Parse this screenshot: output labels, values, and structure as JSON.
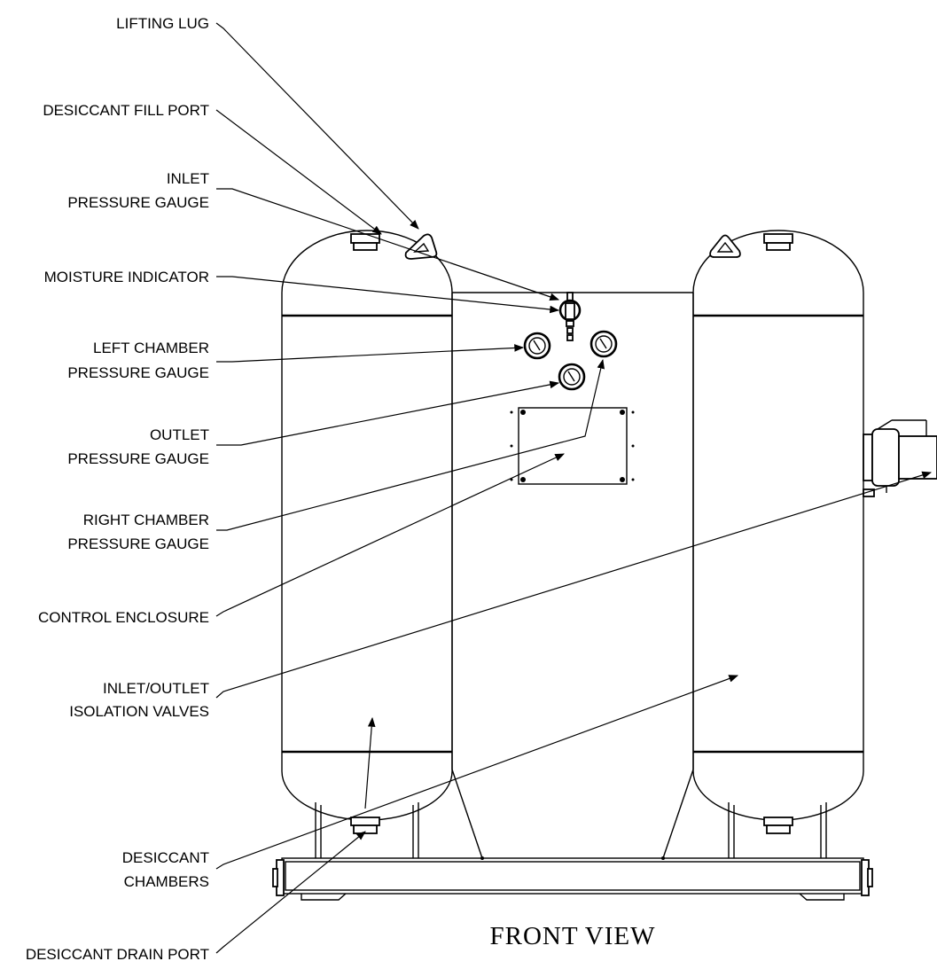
{
  "title": "FRONT VIEW",
  "callouts": {
    "lifting_lug": "LIFTING LUG",
    "desiccant_fill_port": "DESICCANT FILL PORT",
    "inlet_pressure_gauge": [
      "INLET",
      "PRESSURE GAUGE"
    ],
    "moisture_indicator": "MOISTURE INDICATOR",
    "left_chamber_pressure_gauge": [
      "LEFT CHAMBER",
      "PRESSURE GAUGE"
    ],
    "outlet_pressure_gauge": [
      "OUTLET",
      "PRESSURE GAUGE"
    ],
    "right_chamber_pressure_gauge": [
      "RIGHT CHAMBER",
      "PRESSURE GAUGE"
    ],
    "control_enclosure": "CONTROL ENCLOSURE",
    "inlet_outlet_isolation_valves": [
      "INLET/OUTLET",
      "ISOLATION VALVES"
    ],
    "desiccant_chambers": [
      "DESICCANT",
      "CHAMBERS"
    ],
    "desiccant_drain_port": "DESICCANT DRAIN PORT"
  }
}
